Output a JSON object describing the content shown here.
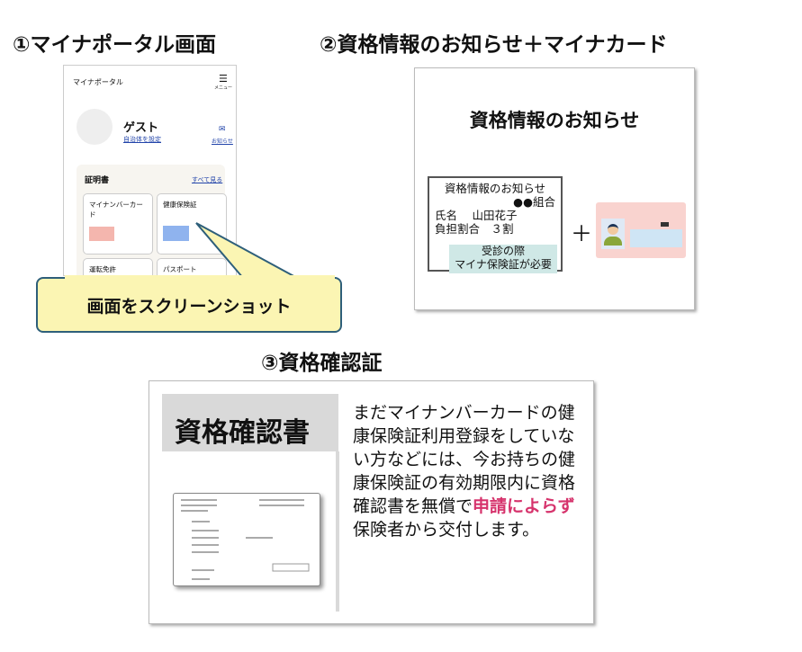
{
  "headings": {
    "h1": "①マイナポータル画面",
    "h2": "②資格情報のお知らせ＋マイナカード",
    "h3": "③資格確認証"
  },
  "portal": {
    "app_title": "マイナポータル",
    "menu_label": "メニュー",
    "user_name": "ゲスト",
    "set_municipality": "自治体を設定",
    "notice_label": "お知らせ",
    "certs_title": "証明書",
    "see_all": "すべて見る",
    "cards": [
      "マイナンバーカード",
      "健康保険証",
      "運転免許",
      "パスポート"
    ]
  },
  "callout": "画面をスクリーンショット",
  "notice_panel": {
    "title": "資格情報のお知らせ",
    "doc_title": "資格情報のお知らせ",
    "insurer": "●●組合",
    "name_label": "氏名",
    "name": "山田花子",
    "ratio_label": "負担割合",
    "ratio": "３割",
    "note_line1": "受診の際",
    "note_line2": "マイナ保険証が必要",
    "plus": "＋"
  },
  "qual_panel": {
    "title": "資格確認書",
    "text_before": "まだマイナンバーカードの健康保険証利用登録をしていない方などには、今お持ちの健康保険証の有効期限内に資格確認書を無償で",
    "highlight": "申請によらず",
    "text_after": "保険者から交付します。",
    "highlight_color": "#d6336c"
  }
}
